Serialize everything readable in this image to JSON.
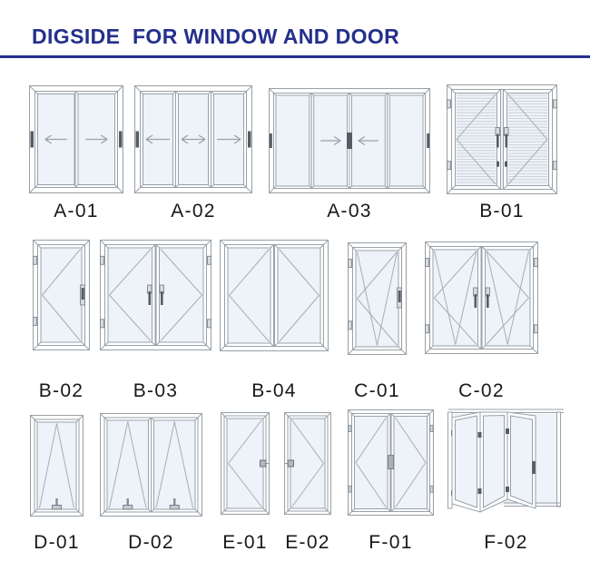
{
  "header": {
    "title": "DIGSIDE  FOR WINDOW AND DOOR"
  },
  "colors": {
    "title_blue": "#252f8c",
    "frame_line": "#99a1a8",
    "glass": "#edf3f8",
    "diagonal_line": "#a7aeb4",
    "arrow": "#9aa2a9",
    "handle_dark": "#565c63",
    "hinge_fill": "#d8dcdf",
    "hinge_line": "#7d858c",
    "blinds_line": "#c5cbd1",
    "label_text": "#19191a"
  },
  "rows": [
    {
      "items": [
        {
          "label": "A-01",
          "kind": "sliding-2"
        },
        {
          "label": "A-02",
          "kind": "sliding-3"
        },
        {
          "label": "A-03",
          "kind": "sliding-4"
        },
        {
          "label": "B-01",
          "kind": "double-casement-blinds"
        }
      ]
    },
    {
      "items": [
        {
          "label": "B-02",
          "kind": "casement-single"
        },
        {
          "label": "B-03",
          "kind": "casement-double-handles"
        },
        {
          "label": "B-04",
          "kind": "casement-double"
        },
        {
          "label": "C-01",
          "kind": "tilt-turn-single"
        },
        {
          "label": "C-02",
          "kind": "tilt-turn-double"
        }
      ]
    },
    {
      "items": [
        {
          "label": "D-01",
          "kind": "top-hung-single"
        },
        {
          "label": "D-02",
          "kind": "top-hung-double"
        },
        {
          "label": "E-01",
          "kind": "door-left"
        },
        {
          "label": "E-02",
          "kind": "door-right"
        },
        {
          "label": "F-01",
          "kind": "double-door"
        },
        {
          "label": "F-02",
          "kind": "folding-door-3d"
        }
      ]
    }
  ]
}
